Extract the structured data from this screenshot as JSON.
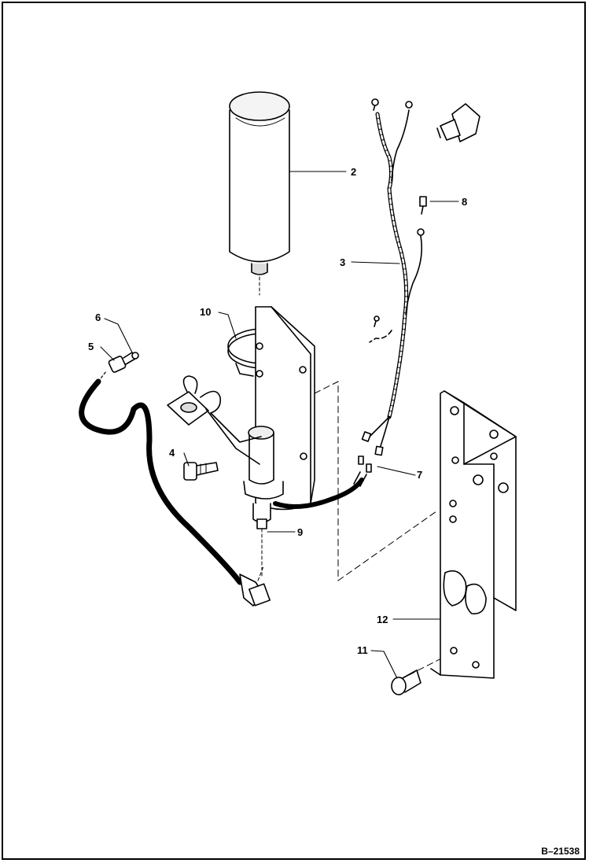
{
  "callouts": {
    "c2": "2",
    "c3": "3",
    "c4": "4",
    "c5": "5",
    "c6": "6",
    "c7": "7",
    "c8": "8",
    "c9": "9",
    "c10": "10",
    "c11": "11",
    "c12": "12"
  },
  "figure_id": "B–21538",
  "colors": {
    "ink": "#000000",
    "paper": "#ffffff",
    "shade": "#e6e6e6"
  }
}
